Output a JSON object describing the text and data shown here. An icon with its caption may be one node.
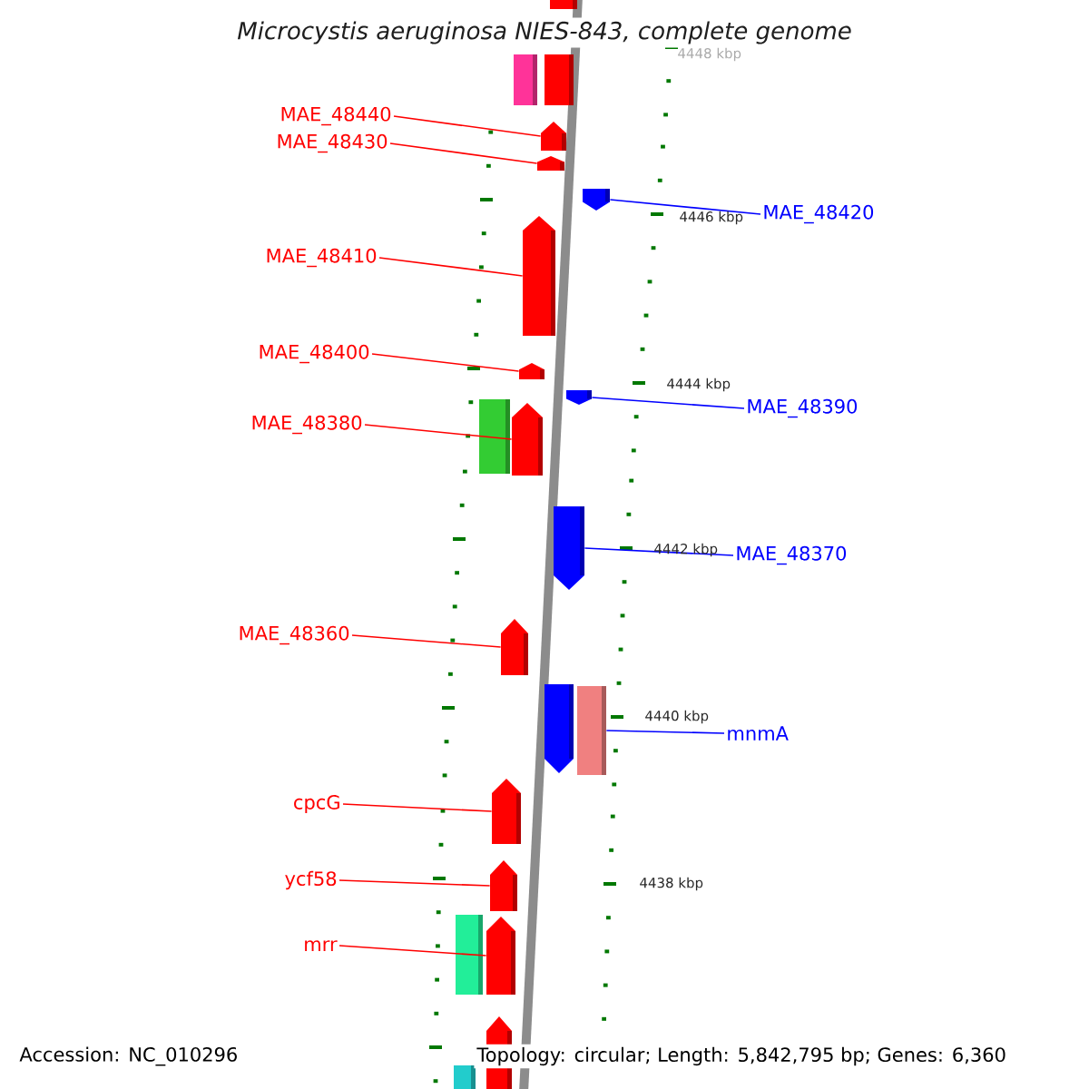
{
  "diagram": {
    "title": "Microcystis aeruginosa NIES-843, complete genome",
    "nodes": [
      {
        "text": [],
        "shape": "box"
      },
      {
        "text": [],
        "shape": "box"
      },
      {
        "text": [],
        "shape": "box"
      },
      {
        "text": [
          "MAE_48440"
        ]
      },
      {
        "text": [],
        "shape": "pentagon"
      },
      {
        "text": [
          "MAE_48430"
        ]
      },
      {
        "text": [],
        "shape": "pentagon"
      },
      {
        "text": [],
        "shape": "pentagon"
      },
      {
        "text": [
          "MAE_48420"
        ]
      },
      {
        "text": [],
        "shape": "pentagon"
      },
      {
        "text": [
          "MAE_48410"
        ]
      },
      {
        "text": [
          "MAE_48400"
        ]
      },
      {
        "text": [],
        "shape": "pentagon"
      },
      {
        "text": [],
        "shape": "pentagon"
      },
      {
        "text": [
          "MAE_48390"
        ]
      },
      {
        "text": [],
        "shape": "box"
      },
      {
        "text": [],
        "shape": "pentagon"
      },
      {
        "text": [
          "MAE_48380"
        ]
      },
      {
        "text": [],
        "shape": "pentagon"
      },
      {
        "text": [
          "MAE_48370"
        ]
      },
      {
        "text": [
          "MAE_48360"
        ]
      },
      {
        "text": [],
        "shape": "pentagon"
      },
      {
        "text": [],
        "shape": "pentagon"
      },
      {
        "text": [],
        "shape": "box"
      },
      {
        "text": [
          "mnmA"
        ]
      },
      {
        "text": [
          "cpcG"
        ]
      },
      {
        "text": [],
        "shape": "pentagon"
      },
      {
        "text": [
          "ycf58"
        ]
      },
      {
        "text": [],
        "shape": "pentagon"
      },
      {
        "text": [
          "mrr"
        ]
      },
      {
        "text": [],
        "shape": "box"
      },
      {
        "text": [],
        "shape": "pentagon"
      },
      {
        "text": [],
        "shape": "pentagon"
      },
      {
        "text": [],
        "shape": "box"
      }
    ],
    "edges": [
      {
        "from": 3,
        "to": 4,
        "arrow": "none"
      },
      {
        "from": 5,
        "to": 6,
        "arrow": "none"
      },
      {
        "from": 8,
        "to": 7,
        "arrow": "none",
        "color": "#0000ff"
      },
      {
        "from": 10,
        "to": 9,
        "arrow": "none"
      },
      {
        "from": 11,
        "to": 12,
        "arrow": "none"
      },
      {
        "from": 14,
        "to": 13,
        "arrow": "none",
        "color": "#0000ff"
      },
      {
        "from": 17,
        "to": 16,
        "arrow": "none"
      },
      {
        "from": 19,
        "to": 18,
        "arrow": "none",
        "color": "#0000ff"
      },
      {
        "from": 20,
        "to": 21,
        "arrow": "none"
      },
      {
        "from": 24,
        "to": 23,
        "arrow": "none",
        "color": "#0000ff"
      },
      {
        "from": 25,
        "to": 26,
        "arrow": "none"
      },
      {
        "from": 27,
        "to": 28,
        "arrow": "none"
      },
      {
        "from": 29,
        "to": 31,
        "arrow": "none"
      }
    ],
    "labels": [
      "4448 kbp",
      "4446 kbp",
      "4444 kbp",
      "4442 kbp",
      "4440 kbp",
      "4438 kbp",
      "Accession: NC_010296",
      "Topology: circular; Length: 5,842,795 bp; Genes: 6,360"
    ]
  }
}
